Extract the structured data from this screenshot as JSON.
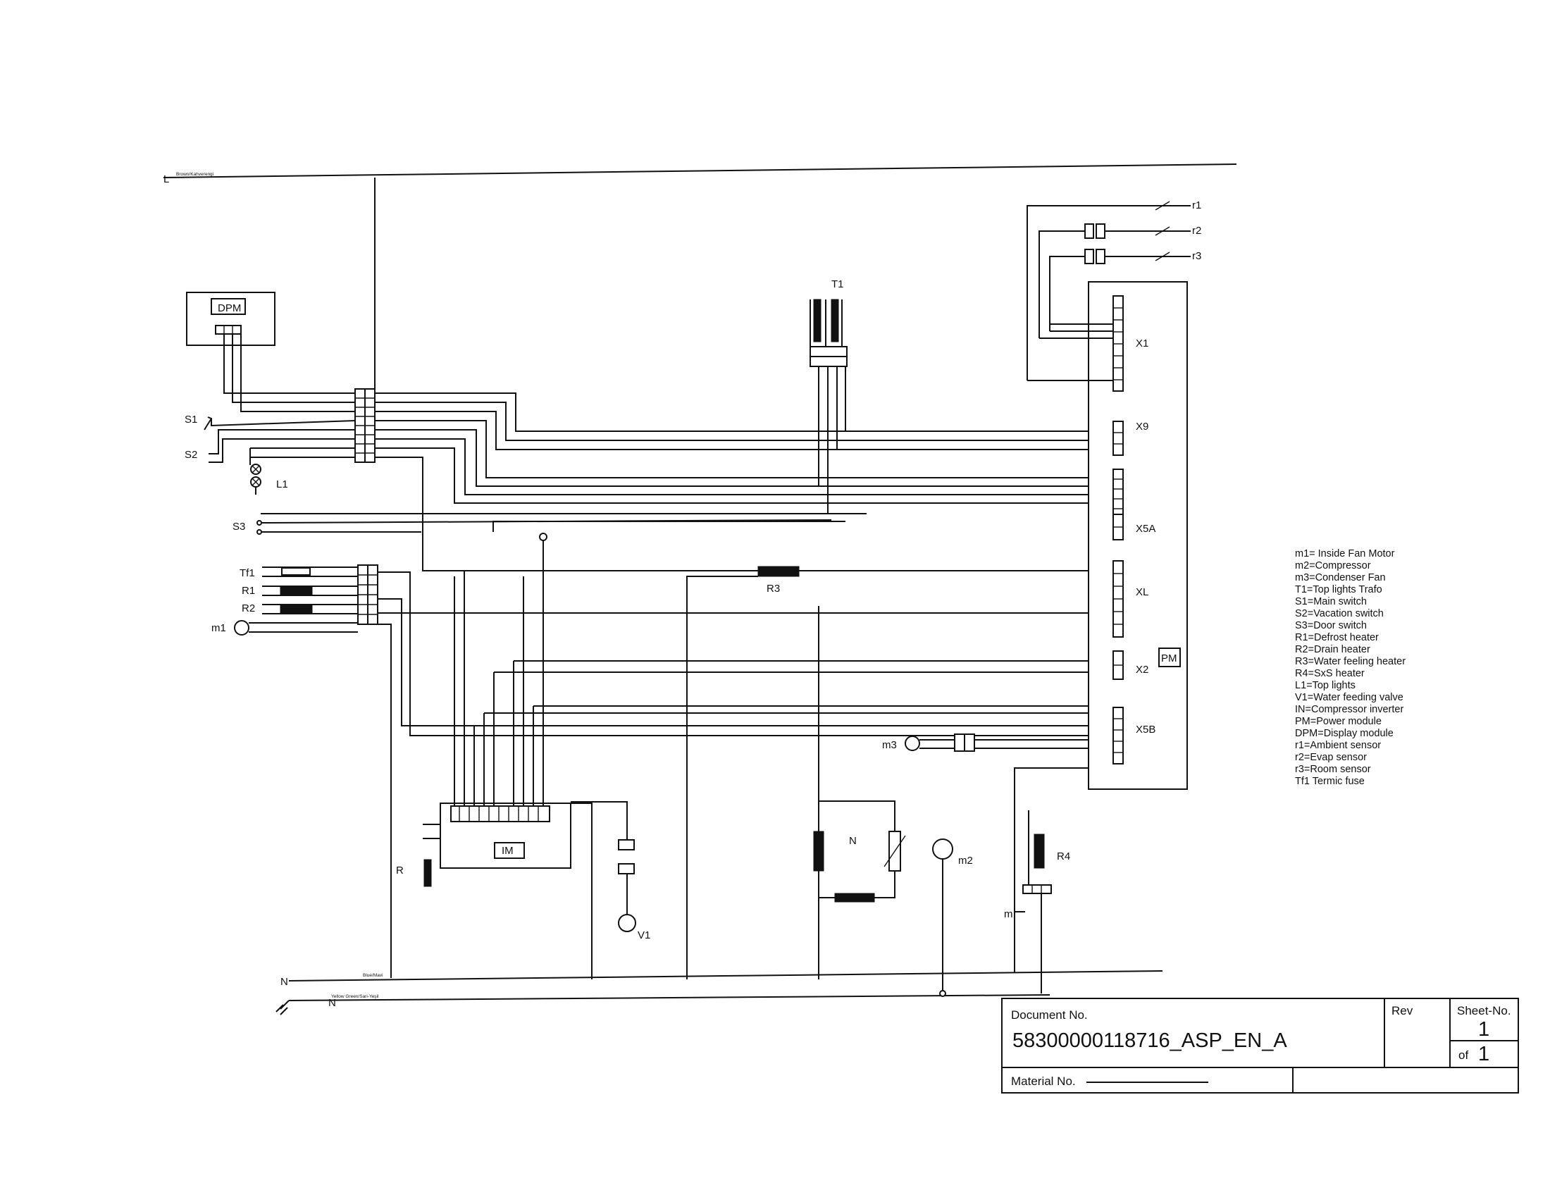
{
  "rails": {
    "line_label": "L",
    "line_wire": "Brown/Kahverengi",
    "neutral_label": "N",
    "ground_label": "N",
    "ground_wire": "Yellow Green/Sari-Yeşil",
    "neutral_wire": "Blue/Mavi"
  },
  "components": {
    "dpm": "DPM",
    "t1": "T1",
    "im": "IM",
    "pm": "PM",
    "s1": "S1",
    "s2": "S2",
    "s3": "S3",
    "l1": "L1",
    "tf1": "Tf1",
    "r1": "R1",
    "r2": "R2",
    "m1": "m1",
    "r3": "R3",
    "r4": "R4",
    "n_coil": "N",
    "m2": "m2",
    "m3": "m3",
    "v1": "V1",
    "r_small": "R",
    "m_small": "m",
    "r1_sensor": "r1",
    "r2_sensor": "r2",
    "r3_sensor": "r3"
  },
  "connectors": {
    "x1": "X1",
    "x9": "X9",
    "x5a": "X5A",
    "xl": "XL",
    "x2": "X2",
    "x5b": "X5B"
  },
  "legend": [
    "m1= Inside Fan Motor",
    "m2=Compressor",
    "m3=Condenser Fan",
    "T1=Top lights Trafo",
    "S1=Main switch",
    "S2=Vacation switch",
    "S3=Door switch",
    "R1=Defrost heater",
    "R2=Drain heater",
    "R3=Water feeling heater",
    "R4=SxS heater",
    "L1=Top lights",
    "V1=Water feeding valve",
    "IN=Compressor inverter",
    "PM=Power module",
    "DPM=Display module",
    "r1=Ambient sensor",
    "r2=Evap sensor",
    "r3=Room sensor",
    "Tf1 Termic fuse"
  ],
  "title_block": {
    "document_label": "Document No.",
    "document_no": "58300000118716_ASP_EN_A",
    "rev_label": "Rev",
    "rev_value": "",
    "sheet_label": "Sheet-No.",
    "sheet_no": "1",
    "of_label": "of",
    "of_value": "1",
    "material_label": "Material No."
  }
}
